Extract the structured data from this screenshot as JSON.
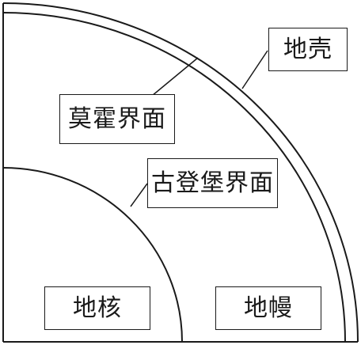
{
  "labels": {
    "crust": "地壳",
    "moho": "莫霍界面",
    "gutenberg": "古登堡界面",
    "core": "地核",
    "mantle": "地幔"
  },
  "colors": {
    "line": "#1a1a1a",
    "background": "#ffffff"
  }
}
